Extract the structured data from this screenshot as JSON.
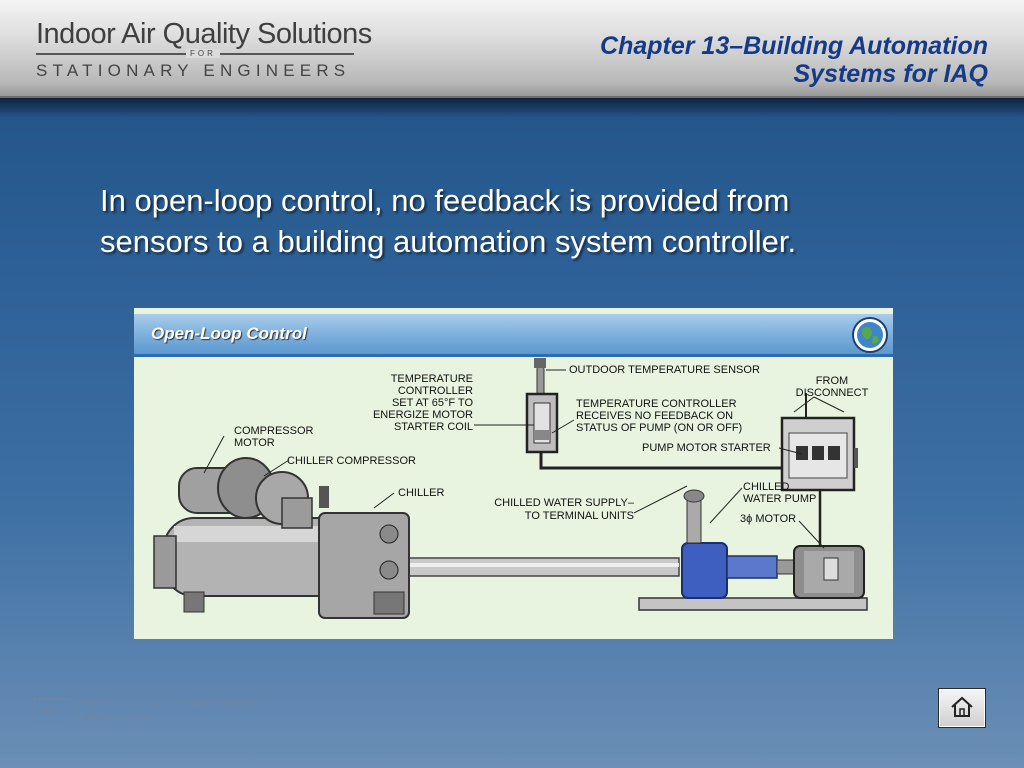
{
  "header": {
    "logo_main": "Indoor Air Quality Solutions",
    "logo_for": "FOR",
    "logo_sub": "STATIONARY ENGINEERS",
    "chapter_line1": "Chapter 13–Building Automation",
    "chapter_line2": "Systems for IAQ"
  },
  "body": {
    "headline": "In open-loop control, no feedback is provided from sensors to a building automation system controller."
  },
  "figure": {
    "title": "Open-Loop Control",
    "labels": {
      "outdoor_sensor": "OUTDOOR TEMPERATURE SENSOR",
      "temp_controller": [
        "TEMPERATURE",
        "CONTROLLER",
        "SET AT 65°F TO",
        "ENERGIZE MOTOR",
        "STARTER COIL"
      ],
      "no_feedback": [
        "TEMPERATURE CONTROLLER",
        "RECEIVES NO FEEDBACK ON",
        "STATUS OF PUMP (ON OR OFF)"
      ],
      "from_disconnect": [
        "FROM",
        "DISCONNECT"
      ],
      "compressor_motor": [
        "COMPRESSOR",
        "MOTOR"
      ],
      "chiller_compressor": "CHILLER COMPRESSOR",
      "pump_motor_starter": "PUMP MOTOR STARTER",
      "chiller": "CHILLER",
      "chilled_water_supply": [
        "CHILLED WATER SUPPLY–",
        "TO TERMINAL UNITS"
      ],
      "chilled_water_pump": [
        "CHILLED",
        "WATER PUMP"
      ],
      "motor": "3ϕ MOTOR"
    }
  },
  "footer": {
    "publisher_logo": "atp",
    "copyright_line1": "© 2009 by American Technical Publishers, Inc.",
    "copyright_line2": "All rights reserved",
    "home_icon": "home-icon"
  }
}
